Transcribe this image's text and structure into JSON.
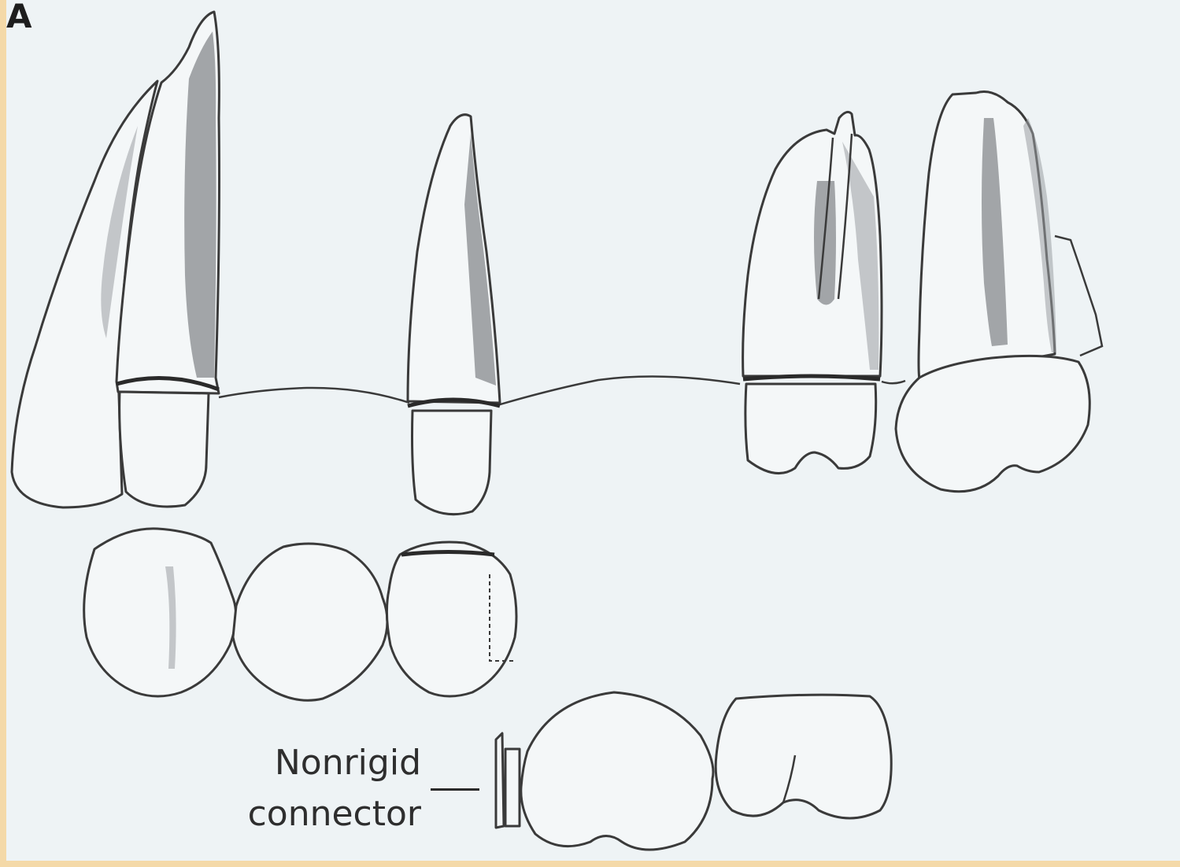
{
  "figure": {
    "panel_letter": "A",
    "label": {
      "line1": "Nonrigid",
      "line2": "connector"
    }
  },
  "colors": {
    "background": "#eef3f5",
    "border": "#f4d9a8",
    "ink": "#2e2e2e"
  }
}
